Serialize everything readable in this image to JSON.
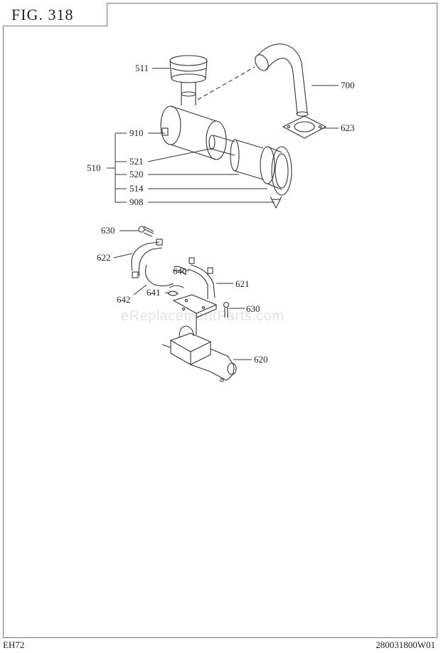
{
  "figure": {
    "title": "FIG. 318"
  },
  "footer": {
    "model": "EH72",
    "code": "280031800W01"
  },
  "watermark": "eReplacementParts.com",
  "callouts": {
    "c511": "511",
    "c700": "700",
    "c623": "623",
    "c910": "910",
    "c510": "510",
    "c521": "521",
    "c520": "520",
    "c514": "514",
    "c908": "908",
    "c630a": "630",
    "c622": "622",
    "c640": "640",
    "c621": "621",
    "c641": "641",
    "c642": "642",
    "c630b": "630",
    "c620": "620"
  }
}
